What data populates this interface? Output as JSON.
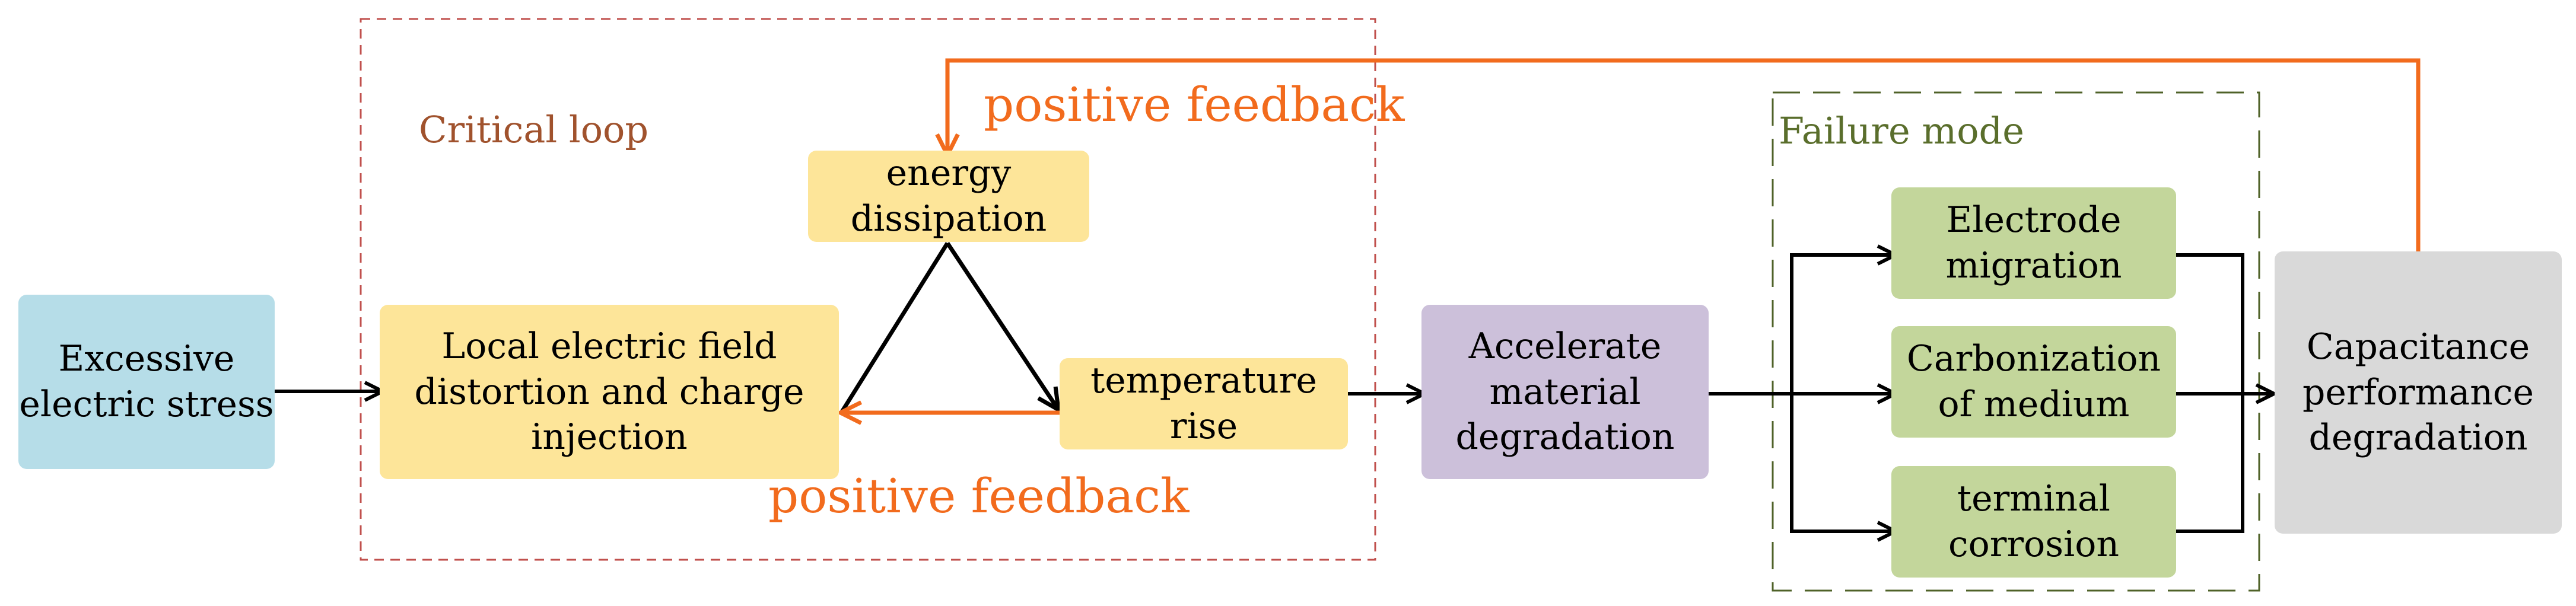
{
  "colors": {
    "blue_box": "#b6dde8",
    "yellow_box": "#fde599",
    "purple_box": "#ccc0da",
    "green_box": "#c3d69b",
    "gray_box": "#d9d9d9",
    "critical_loop_border": "#c0504d",
    "failure_mode_border": "#4f6228",
    "feedback_orange": "#f26b1d",
    "arrow_black": "#000000"
  },
  "nodes": {
    "excessive_stress": "Excessive\nelectric stress",
    "local_field": "Local electric field\ndistortion and charge\ninjection",
    "energy_dissipation": "energy\ndissipation",
    "temperature_rise": "temperature\nrise",
    "accelerate_degradation": "Accelerate\nmaterial\ndegradation",
    "electrode_migration": "Electrode\nmigration",
    "carbonization": "Carbonization\nof medium",
    "terminal_corrosion": "terminal\ncorrosion",
    "capacitance_degradation": "Capacitance\nperformance\ndegradation"
  },
  "regions": {
    "critical_loop": "Critical loop",
    "failure_mode": "Failure mode"
  },
  "feedback": {
    "top_label": "positive feedback",
    "bottom_label": "positive feedback"
  }
}
